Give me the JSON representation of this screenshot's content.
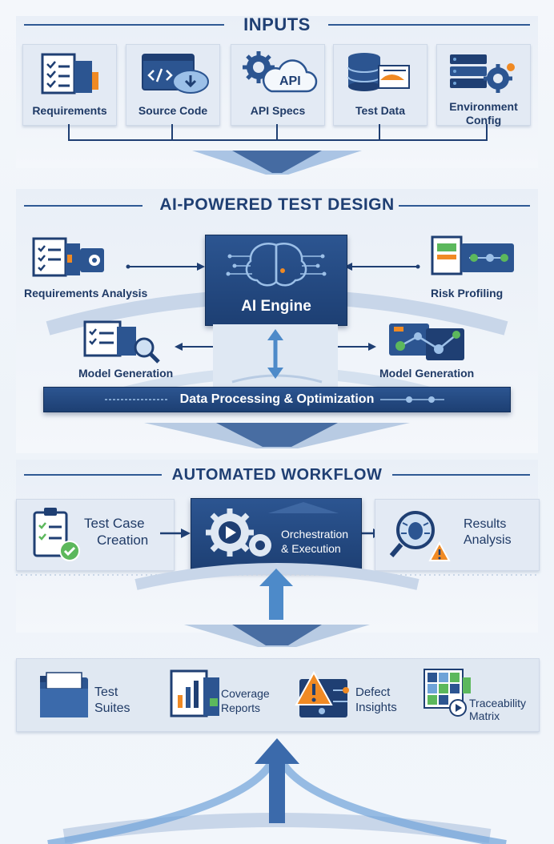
{
  "inputs": {
    "title": "INPUTS",
    "items": [
      {
        "label": "Requirements",
        "icon": "requirements-icon"
      },
      {
        "label": "Source Code",
        "icon": "source-code-icon"
      },
      {
        "label": "API Specs",
        "icon": "api-cloud-icon",
        "badge": "API"
      },
      {
        "label": "Test Data",
        "icon": "database-icon"
      },
      {
        "label_line1": "Environment",
        "label_line2": "Config",
        "icon": "server-gear-icon"
      }
    ]
  },
  "design": {
    "title": "AI-POWERED TEST DESIGN",
    "engine_label": "AI Engine",
    "left_top": "Requirements Analysis",
    "right_top": "Risk Profiling",
    "left_bottom": "Model Generation",
    "right_bottom": "Model Generation",
    "bar_label": "Data Processing & Optimization"
  },
  "workflow": {
    "title": "AUTOMATED WORKFLOW",
    "creation_line1": "Test Case",
    "creation_line2": "Creation",
    "orch_line1": "Orchestration",
    "orch_line2": "& Execution",
    "results_line1": "Results",
    "results_line2": "Analysis"
  },
  "outputs": {
    "items": [
      {
        "line1": "Test",
        "line2": "Suites",
        "icon": "folder-icon"
      },
      {
        "line1": "Coverage",
        "line2": "Reports",
        "icon": "report-chart-icon"
      },
      {
        "line1": "Defect",
        "line2": "Insights",
        "icon": "warning-icon"
      },
      {
        "line1": "Traceability",
        "line2": "Matrix",
        "icon": "matrix-grid-icon"
      }
    ]
  },
  "colors": {
    "navy": "#1f3f73",
    "accent_orange": "#f08a24",
    "accent_green": "#5cb85c",
    "light_blue": "#6fa3d8"
  }
}
